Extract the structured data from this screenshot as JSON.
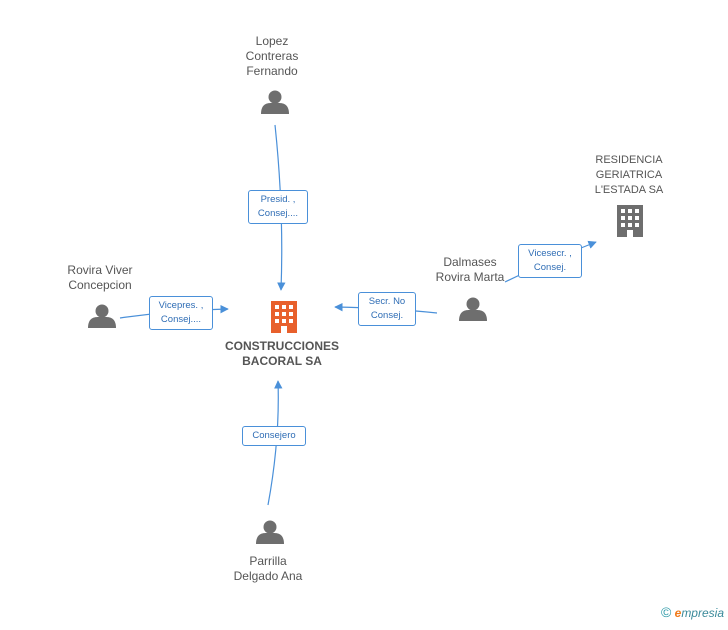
{
  "colors": {
    "edge": "#4a90d9",
    "person_icon": "#6e6e6e",
    "company_icon": "#6e6e6e",
    "main_company_icon": "#e8602c"
  },
  "nodes": {
    "main_company": {
      "label": "CONSTRUCCIONES\nBACORAL SA",
      "icon": "building-icon"
    },
    "lopez": {
      "label": "Lopez\nContreras\nFernando",
      "icon": "person-icon"
    },
    "rovira_viver": {
      "label": "Rovira Viver\nConcepcion",
      "icon": "person-icon"
    },
    "dalmases": {
      "label": "Dalmases\nRovira Marta",
      "icon": "person-icon"
    },
    "parrilla": {
      "label": "Parrilla\nDelgado Ana",
      "icon": "person-icon"
    },
    "residencia": {
      "label": "RESIDENCIA\nGERIATRICA\nL'ESTADA SA",
      "icon": "building-icon"
    }
  },
  "relations": {
    "lopez_main": "Presid. ,\nConsej....",
    "rovira_main": "Vicepres. ,\nConsej....",
    "dalmases_main": "Secr.  No\nConsej.",
    "dalmases_residencia": "Vicesecr. ,\nConsej.",
    "parrilla_main": "Consejero"
  },
  "footer": {
    "copyright": "©",
    "brand_e": "e",
    "brand_rest": "mpresia"
  }
}
